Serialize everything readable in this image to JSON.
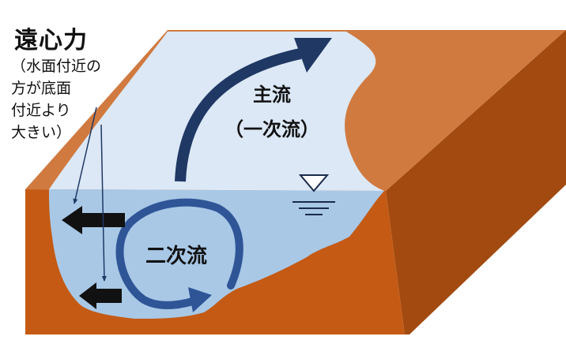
{
  "labels": {
    "centrifugal_title": "遠心力",
    "centrifugal_note": "（水面付近の\n方が底面\n付近より\n大きい）",
    "main_flow": "主流\n（一次流）",
    "secondary_flow": "二次流"
  },
  "colors": {
    "bank_top": "#d07a40",
    "bank_front": "#c45a14",
    "bank_side": "#a24a10",
    "water_surface": "#dce8f6",
    "water_section": "#a8c8e6",
    "arrow_dark_navy": "#1f3864",
    "arrow_mid_blue": "#2f5597",
    "force_arrow": "#111111"
  },
  "icons": {
    "water_level": "water-level-triangle-icon"
  }
}
